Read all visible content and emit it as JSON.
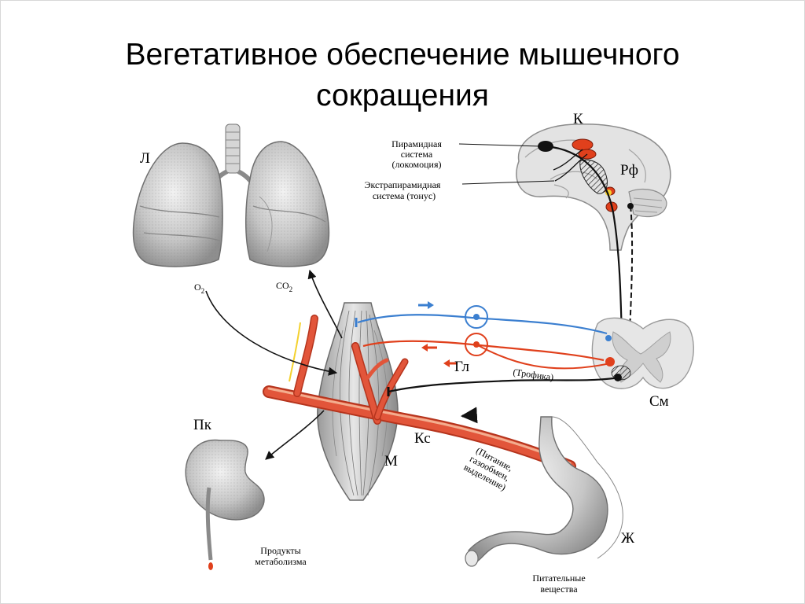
{
  "title": {
    "line1": "Вегетативное обеспечение мышечного",
    "line2": "сокращения"
  },
  "labels": {
    "lungs": "Л",
    "o2": "O",
    "o2_sub": "2",
    "co2": "CO",
    "co2_sub": "2",
    "cortex": "К",
    "pyramidal_line1": "Пирамидная",
    "pyramidal_line2": "система",
    "pyramidal_line3": "(локомоция)",
    "extrapyramidal_line1": "Экстрапирамидная",
    "extrapyramidal_line2": "система (тонус)",
    "reticular": "Рф",
    "ganglion": "Гл",
    "trophic": "(Трофика)",
    "spinal_cord": "См",
    "kidney": "Пк",
    "vessel": "Кс",
    "muscle": "М",
    "supply_line1": "(Питание,",
    "supply_line2": "газообмен,",
    "supply_line3": "выделение)",
    "metabolism_line1": "Продукты",
    "metabolism_line2": "метаболизма",
    "stomach": "Ж",
    "nutrients_line1": "Питательные",
    "nutrients_line2": "вещества"
  },
  "colors": {
    "nerve_blue": "#3b7fd0",
    "nerve_red": "#e0401c",
    "vessel_red": "#e2553a",
    "vessel_light": "#f0a382",
    "organ_gray": "#c9c9c9",
    "ink": "#111111"
  }
}
